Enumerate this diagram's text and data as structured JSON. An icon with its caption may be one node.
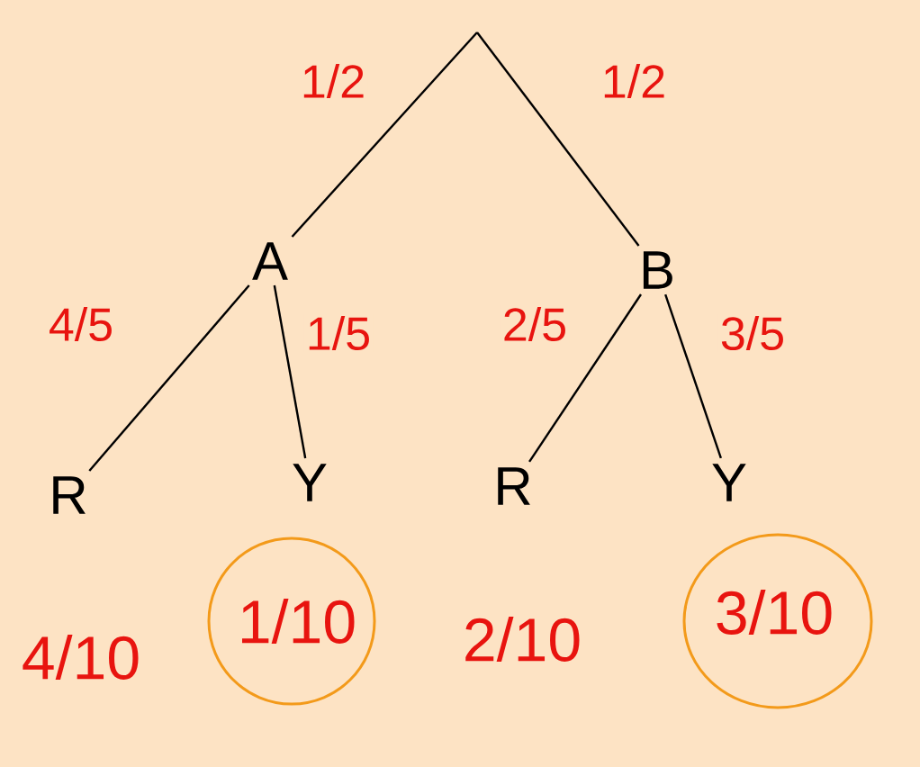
{
  "diagram": {
    "nodes": [
      {
        "text": [
          "A"
        ]
      },
      {
        "text": [
          "B"
        ]
      },
      {
        "text": [
          "R"
        ],
        "beside": [
          "4/10"
        ]
      },
      {
        "text": [
          "Y"
        ],
        "beside": [
          "1/10"
        ]
      },
      {
        "text": [
          "R"
        ],
        "beside": [
          "2/10"
        ]
      },
      {
        "text": [
          "Y"
        ],
        "beside": [
          "3/10"
        ]
      }
    ],
    "edges": [
      {
        "from": null,
        "to": 0,
        "arrow": "none",
        "label": "1/2"
      },
      {
        "from": null,
        "to": 1,
        "arrow": "none",
        "label": "1/2"
      },
      {
        "from": 0,
        "to": 2,
        "arrow": "none",
        "label": "4/5"
      },
      {
        "from": 0,
        "to": 3,
        "arrow": "none",
        "label": "1/5"
      },
      {
        "from": 1,
        "to": 4,
        "arrow": "none",
        "label": "2/5"
      },
      {
        "from": 1,
        "to": 5,
        "arrow": "none",
        "label": "3/5"
      }
    ]
  }
}
